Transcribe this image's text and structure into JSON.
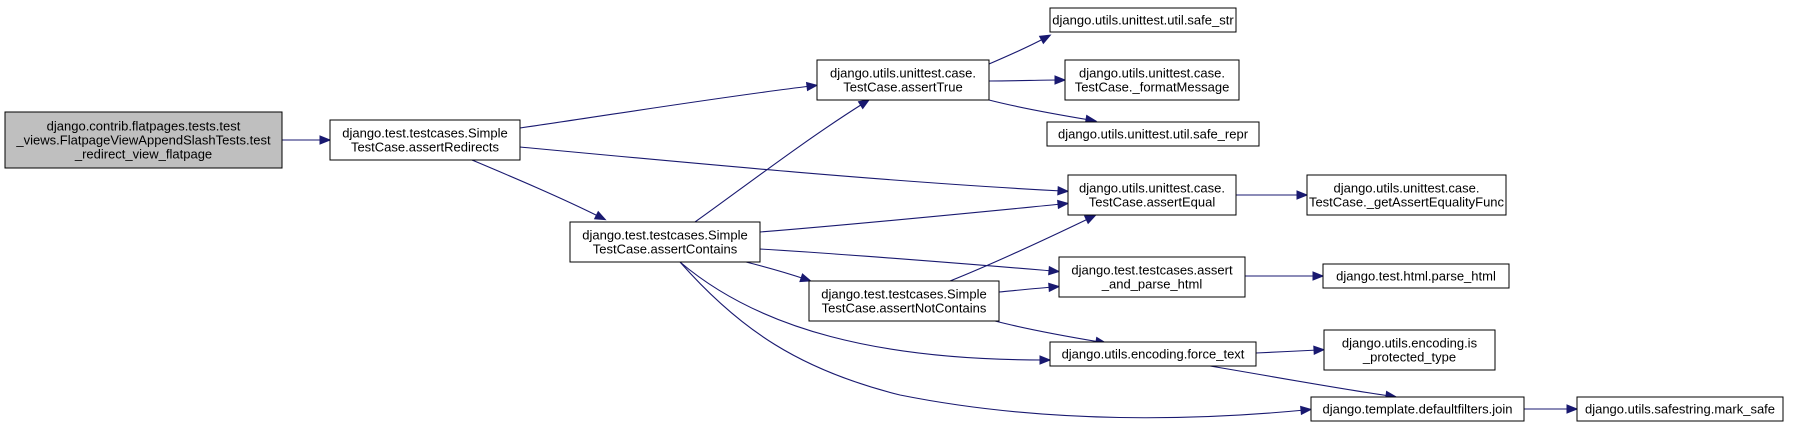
{
  "diagram": {
    "nodes": [
      {
        "id": "root",
        "lines": [
          "django.contrib.flatpages.tests.test",
          "_views.FlatpageViewAppendSlashTests.test",
          "_redirect_view_flatpage"
        ],
        "highlight": true
      },
      {
        "id": "assertRedirects",
        "lines": [
          "django.test.testcases.Simple",
          "TestCase.assertRedirects"
        ]
      },
      {
        "id": "assertTrue",
        "lines": [
          "django.utils.unittest.case.",
          "TestCase.assertTrue"
        ]
      },
      {
        "id": "safe_str",
        "lines": [
          "django.utils.unittest.util.safe_str"
        ]
      },
      {
        "id": "formatMessage",
        "lines": [
          "django.utils.unittest.case.",
          "TestCase._formatMessage"
        ]
      },
      {
        "id": "safe_repr",
        "lines": [
          "django.utils.unittest.util.safe_repr"
        ]
      },
      {
        "id": "assertEqual",
        "lines": [
          "django.utils.unittest.case.",
          "TestCase.assertEqual"
        ]
      },
      {
        "id": "getAssertEqualityFunc",
        "lines": [
          "django.utils.unittest.case.",
          "TestCase._getAssertEqualityFunc"
        ]
      },
      {
        "id": "assertContains",
        "lines": [
          "django.test.testcases.Simple",
          "TestCase.assertContains"
        ]
      },
      {
        "id": "assert_and_parse_html",
        "lines": [
          "django.test.testcases.assert",
          "_and_parse_html"
        ]
      },
      {
        "id": "parse_html",
        "lines": [
          "django.test.html.parse_html"
        ]
      },
      {
        "id": "assertNotContains",
        "lines": [
          "django.test.testcases.Simple",
          "TestCase.assertNotContains"
        ]
      },
      {
        "id": "force_text",
        "lines": [
          "django.utils.encoding.force_text"
        ]
      },
      {
        "id": "is_protected_type",
        "lines": [
          "django.utils.encoding.is",
          "_protected_type"
        ]
      },
      {
        "id": "join",
        "lines": [
          "django.template.defaultfilters.join"
        ]
      },
      {
        "id": "mark_safe",
        "lines": [
          "django.utils.safestring.mark_safe"
        ]
      }
    ],
    "edges": [
      [
        "root",
        "assertRedirects"
      ],
      [
        "assertRedirects",
        "assertTrue"
      ],
      [
        "assertRedirects",
        "assertEqual"
      ],
      [
        "assertRedirects",
        "assertContains"
      ],
      [
        "assertTrue",
        "safe_str"
      ],
      [
        "assertTrue",
        "formatMessage"
      ],
      [
        "assertTrue",
        "safe_repr"
      ],
      [
        "assertEqual",
        "getAssertEqualityFunc"
      ],
      [
        "assertContains",
        "assertTrue"
      ],
      [
        "assertContains",
        "assertEqual"
      ],
      [
        "assertContains",
        "assert_and_parse_html"
      ],
      [
        "assertContains",
        "assertNotContains"
      ],
      [
        "assertContains",
        "force_text"
      ],
      [
        "assertContains",
        "join"
      ],
      [
        "assertNotContains",
        "assertEqual"
      ],
      [
        "assertNotContains",
        "assert_and_parse_html"
      ],
      [
        "assertNotContains",
        "force_text"
      ],
      [
        "assert_and_parse_html",
        "parse_html"
      ],
      [
        "force_text",
        "is_protected_type"
      ],
      [
        "force_text",
        "join"
      ],
      [
        "join",
        "mark_safe"
      ]
    ]
  },
  "colors": {
    "edge": "#191970",
    "root_fill": "#bfbfbf",
    "node_fill": "#ffffff",
    "node_stroke": "#000000"
  }
}
